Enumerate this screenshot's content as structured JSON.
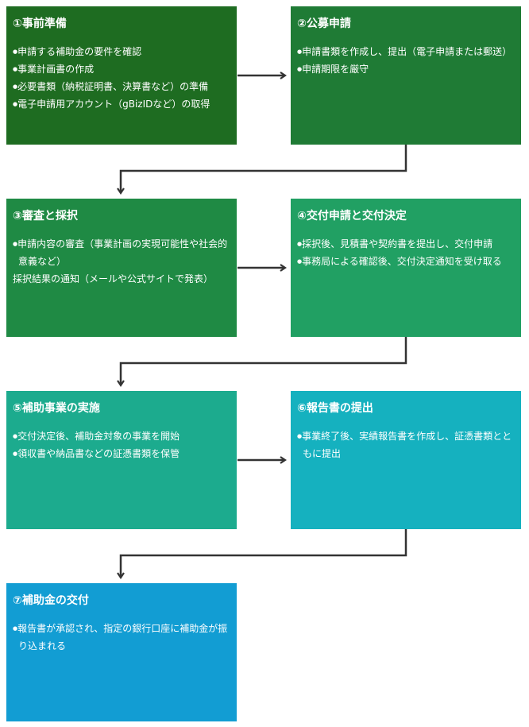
{
  "colors": {
    "step1": "#1e6c21",
    "step2": "#1f7b35",
    "step3": "#1f8a44",
    "step4": "#21a063",
    "step5": "#1cab8e",
    "step6": "#15b1bf",
    "step7": "#129dd3",
    "arrow": "#333333"
  },
  "steps": [
    {
      "title": "①事前準備",
      "bullets": [
        {
          "text": "申請する補助金の要件を確認",
          "dot": true
        },
        {
          "text": "事業計画書の作成",
          "dot": true
        },
        {
          "text": "必要書類（納税証明書、決算書など）の準備",
          "dot": true
        },
        {
          "text": "電子申請用アカウント（gBizIDなど）の取得",
          "dot": true
        }
      ]
    },
    {
      "title": "②公募申請",
      "bullets": [
        {
          "text": "申請書類を作成し、提出（電子申請または郵送）",
          "dot": true
        },
        {
          "text": "申請期限を厳守",
          "dot": true
        }
      ]
    },
    {
      "title": "③審査と採択",
      "bullets": [
        {
          "text": "申請内容の審査（事業計画の実現可能性や社会的意義など）",
          "dot": true
        },
        {
          "text": "採択結果の通知（メールや公式サイトで発表）",
          "dot": false
        }
      ]
    },
    {
      "title": "④交付申請と交付決定",
      "bullets": [
        {
          "text": "採択後、見積書や契約書を提出し、交付申請",
          "dot": true
        },
        {
          "text": "事務局による確認後、交付決定通知を受け取る",
          "dot": true
        }
      ]
    },
    {
      "title": "⑤補助事業の実施",
      "bullets": [
        {
          "text": "交付決定後、補助金対象の事業を開始",
          "dot": true
        },
        {
          "text": "領収書や納品書などの証憑書類を保管",
          "dot": true
        }
      ]
    },
    {
      "title": "⑥報告書の提出",
      "bullets": [
        {
          "text": "事業終了後、実績報告書を作成し、証憑書類とともに提出",
          "dot": true
        }
      ]
    },
    {
      "title": "⑦補助金の交付",
      "bullets": [
        {
          "text": "報告書が承認され、指定の銀行口座に補助金が振り込まれる",
          "dot": true
        }
      ]
    }
  ]
}
